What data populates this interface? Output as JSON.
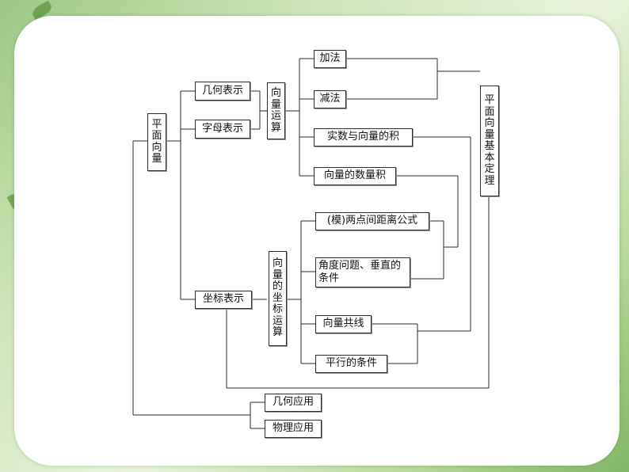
{
  "diagram": {
    "root": "平面向量",
    "representations": {
      "geometric": "几何表示",
      "letter": "字母表示",
      "coordinate": "坐标表示"
    },
    "vector_operations": "向量运算",
    "operations": {
      "addition": "加法",
      "subtraction": "减法",
      "scalar_product": "实数与向量的积",
      "dot_product": "向量的数量积"
    },
    "coordinate_operations": "向量的坐标运算",
    "coordinate_items": {
      "distance": "(模)两点间距离公式",
      "angle": "角度问题、垂直的条件",
      "collinear": "向量共线",
      "parallel": "平行的条件"
    },
    "theorem": "平面向量基本定理",
    "applications": {
      "geometry": "几何应用",
      "physics": "物理应用"
    }
  },
  "colors": {
    "line": "#2a2a2a",
    "box_border": "#2a2a2a",
    "card": "#ffffff",
    "background_accent": "#7fb763"
  }
}
